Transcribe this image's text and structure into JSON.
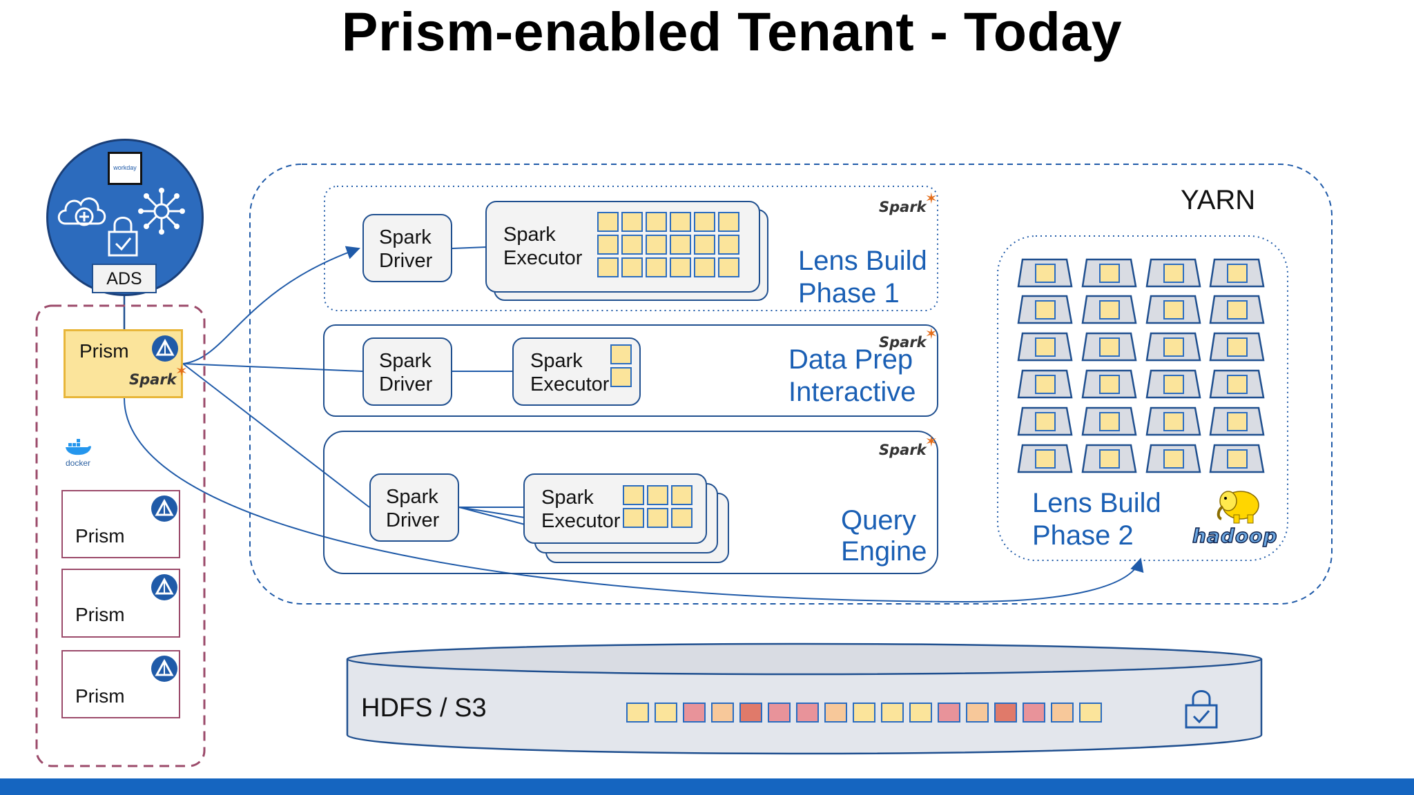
{
  "title": "Prism-enabled Tenant - Today",
  "ads_label": "ADS",
  "workday_label": "workday",
  "docker_label": "docker",
  "prism_main_label": "Prism",
  "prism_instances": [
    "Prism",
    "Prism",
    "Prism"
  ],
  "yarn_label": "YARN",
  "spark_logo_text": "Spark",
  "clusters": {
    "lens1": {
      "driver": "Spark\nDriver",
      "executor": "Spark\nExecutor",
      "name_line1": "Lens Build",
      "name_line2": "Phase 1"
    },
    "dataprep": {
      "driver": "Spark\nDriver",
      "executor": "Spark\nExecutor",
      "name_line1": "Data Prep",
      "name_line2": "Interactive"
    },
    "query": {
      "driver": "Spark\nDriver",
      "executor": "Spark\nExecutor",
      "name_line1": "Query",
      "name_line2": "Engine"
    }
  },
  "lens2": {
    "name_line1": "Lens Build",
    "name_line2": "Phase 2",
    "hadoop_label": "hadoop"
  },
  "storage_label": "HDFS / S3",
  "hdfs_blocks": [
    "#fbe49b",
    "#fbe49b",
    "#e8939a",
    "#f7c89a",
    "#e07a6a",
    "#e8939a",
    "#e8939a",
    "#f7c89a",
    "#fbe49b",
    "#fbe49b",
    "#fbe49b",
    "#e8939a",
    "#f7c89a",
    "#e07a6a",
    "#e8939a",
    "#f7c89a",
    "#fbe49b"
  ],
  "colors": {
    "accent_blue": "#1f5aa8",
    "title_blue": "#1a5fb4",
    "prism_yellow": "#fbe49b",
    "docker_border": "#9b4a6a",
    "bar_blue": "#1565c0"
  }
}
